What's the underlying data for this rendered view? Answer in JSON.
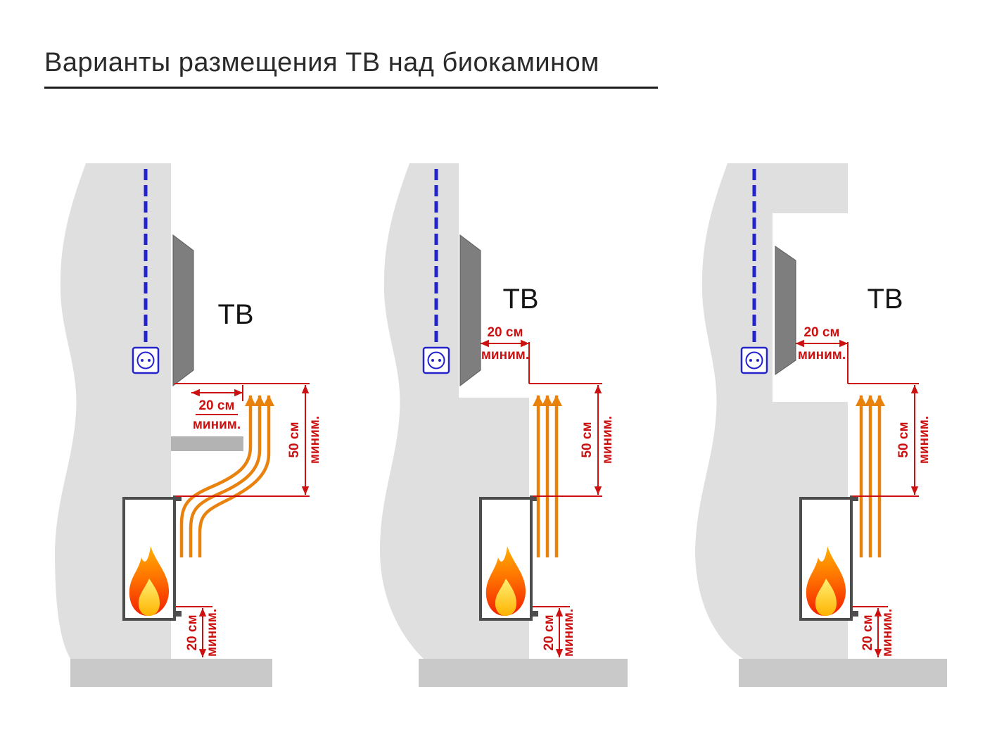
{
  "title": "Варианты размещения ТВ над биокамином",
  "colors": {
    "dimension_red": "#cc1010",
    "heat_orange": "#e8820c",
    "cable_blue": "#2323cc",
    "wall_gray": "#dfdfdf",
    "tv_gray": "#7e7e7e"
  },
  "variants": [
    {
      "id": "variant-1-shelf",
      "tv_label": "ТВ",
      "front_gap": {
        "value": "20 см",
        "qualifier": "миним."
      },
      "above_gap": {
        "value": "50 см",
        "qualifier": "миним."
      },
      "below_gap": {
        "value": "20 см",
        "qualifier": "миним."
      }
    },
    {
      "id": "variant-2-stepped-wall",
      "tv_label": "ТВ",
      "front_gap": {
        "value": "20 см",
        "qualifier": "миним."
      },
      "above_gap": {
        "value": "50 см",
        "qualifier": "миним."
      },
      "below_gap": {
        "value": "20 см",
        "qualifier": "миним."
      }
    },
    {
      "id": "variant-3-niche",
      "tv_label": "ТВ",
      "front_gap": {
        "value": "20 см",
        "qualifier": "миним."
      },
      "above_gap": {
        "value": "50 см",
        "qualifier": "миним."
      },
      "below_gap": {
        "value": "20 см",
        "qualifier": "миним."
      }
    }
  ]
}
